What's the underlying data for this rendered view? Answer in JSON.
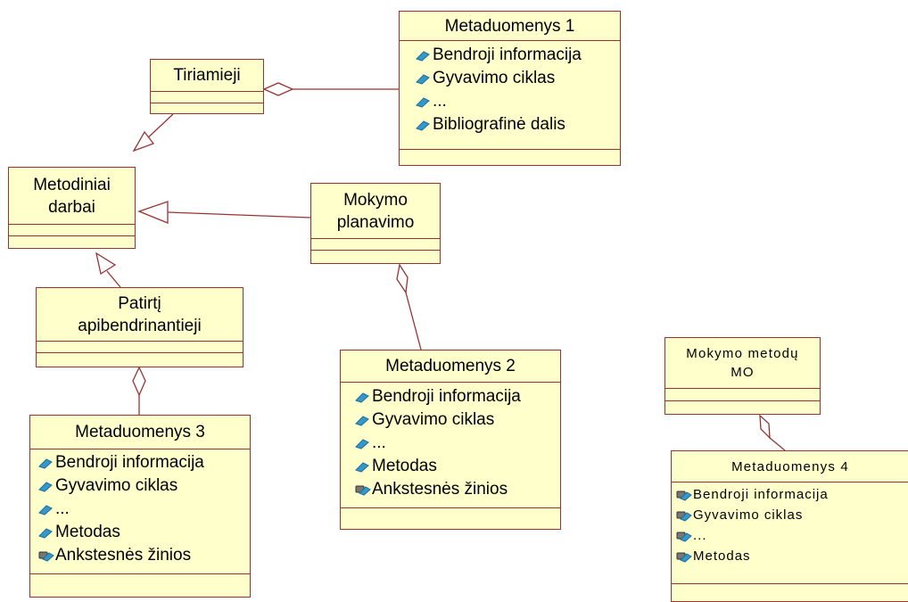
{
  "classes": {
    "tiriamieji": {
      "name": "Tiriamieji"
    },
    "metodiniai": {
      "name_line1": "Metodiniai",
      "name_line2": "darbai"
    },
    "mokymo_planavimo": {
      "name_line1": "Mokymo",
      "name_line2": "planavimo"
    },
    "patirti": {
      "name_line1": "Patirtį",
      "name_line2": "apibendrinantieji"
    },
    "mokymo_metodu": {
      "name_line1": "Mokymo metodų",
      "name_line2": "MO"
    },
    "meta1": {
      "name": "Metaduomenys 1",
      "attributes": [
        {
          "label": "Bendroji informacija",
          "icon": "public-attribute-icon"
        },
        {
          "label": "Gyvavimo ciklas",
          "icon": "public-attribute-icon"
        },
        {
          "label": "...",
          "icon": "public-attribute-icon"
        },
        {
          "label": "Bibliografinė dalis",
          "icon": "public-attribute-icon"
        }
      ]
    },
    "meta2": {
      "name": "Metaduomenys 2",
      "attributes": [
        {
          "label": "Bendroji informacija",
          "icon": "public-attribute-icon"
        },
        {
          "label": "Gyvavimo ciklas",
          "icon": "public-attribute-icon"
        },
        {
          "label": "...",
          "icon": "public-attribute-icon"
        },
        {
          "label": "Metodas",
          "icon": "public-attribute-icon"
        },
        {
          "label": "Ankstesnės žinios",
          "icon": "protected-attribute-icon"
        }
      ]
    },
    "meta3": {
      "name": "Metaduomenys 3",
      "attributes": [
        {
          "label": "Bendroji informacija",
          "icon": "public-attribute-icon"
        },
        {
          "label": "Gyvavimo ciklas",
          "icon": "public-attribute-icon"
        },
        {
          "label": "...",
          "icon": "public-attribute-icon"
        },
        {
          "label": "Metodas",
          "icon": "public-attribute-icon"
        },
        {
          "label": "Ankstesnės žinios",
          "icon": "protected-attribute-icon"
        }
      ]
    },
    "meta4": {
      "name": "Metaduomenys 4",
      "attributes": [
        {
          "label": "Bendroji informacija",
          "icon": "protected-attribute-icon"
        },
        {
          "label": "Gyvavimo ciklas",
          "icon": "protected-attribute-icon"
        },
        {
          "label": "...",
          "icon": "protected-attribute-icon"
        },
        {
          "label": "Metodas",
          "icon": "protected-attribute-icon"
        }
      ]
    }
  },
  "colors": {
    "fill": "#ffffcc",
    "border": "#993333",
    "icon": "#3399cc"
  }
}
